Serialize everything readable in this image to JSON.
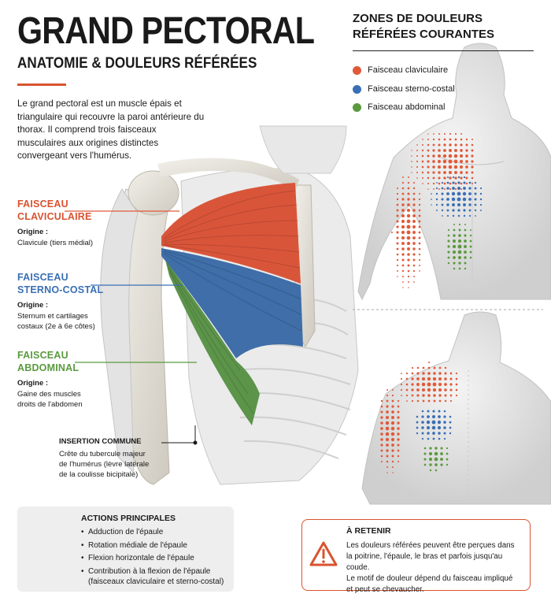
{
  "colors": {
    "clavicular": "#e05a3a",
    "sternocostal": "#3a6fb5",
    "abdominal": "#5a9a3e",
    "accent": "#d9532f",
    "bone": "#e6e3dc",
    "skin": "#dcdcdc"
  },
  "header": {
    "title": "GRAND PECTORAL",
    "subtitle": "ANATOMIE & DOULEURS RÉFÉRÉES",
    "intro": "Le grand pectoral est un muscle épais et triangulaire qui recouvre la paroi antérieure du thorax. Il comprend trois faisceaux musculaires aux origines distinctes convergeant vers l'humérus."
  },
  "zones": {
    "title": "ZONES DE DOULEURS RÉFÉRÉES COURANTES",
    "legend": [
      {
        "label": "Faisceau claviculaire",
        "color": "#e05a3a"
      },
      {
        "label": "Faisceau sterno-costal",
        "color": "#3a6fb5"
      },
      {
        "label": "Faisceau abdominal",
        "color": "#5a9a3e"
      }
    ]
  },
  "bundles": {
    "clavicular": {
      "line1": "FAISCEAU",
      "line2": "CLAVICULAIRE",
      "origin_label": "Origine :",
      "origin": "Clavicule (tiers médial)"
    },
    "sternocostal": {
      "line1": "FAISCEAU",
      "line2": "STERNO-COSTAL",
      "origin_label": "Origine :",
      "origin_line1": "Sternum et cartilages",
      "origin_line2": "costaux (2e à 6e côtes)"
    },
    "abdominal": {
      "line1": "FAISCEAU",
      "line2": "ABDOMINAL",
      "origin_label": "Origine :",
      "origin_line1": "Gaine des muscles",
      "origin_line2": "droits de l'abdomen"
    }
  },
  "insertion": {
    "title": "INSERTION COMMUNE",
    "line1": "Crête du tubercule majeur",
    "line2": "de l'humérus (lèvre latérale",
    "line3": "de la coulisse bicipitale)"
  },
  "actions": {
    "title": "ACTIONS PRINCIPALES",
    "items": [
      "Adduction de l'épaule",
      "Rotation médiale de l'épaule",
      "Flexion horizontale de l'épaule",
      "Contribution à la flexion de l'épaule (faisceaux claviculaire et sterno-costal)"
    ]
  },
  "retain": {
    "title": "À RETENIR",
    "line1": "Les douleurs référées peuvent être perçues dans",
    "line2": "la poitrine, l'épaule, le bras et parfois jusqu'au coude.",
    "line3": "Le motif de douleur dépend du faisceau impliqué",
    "line4": "et peut se chevaucher."
  }
}
